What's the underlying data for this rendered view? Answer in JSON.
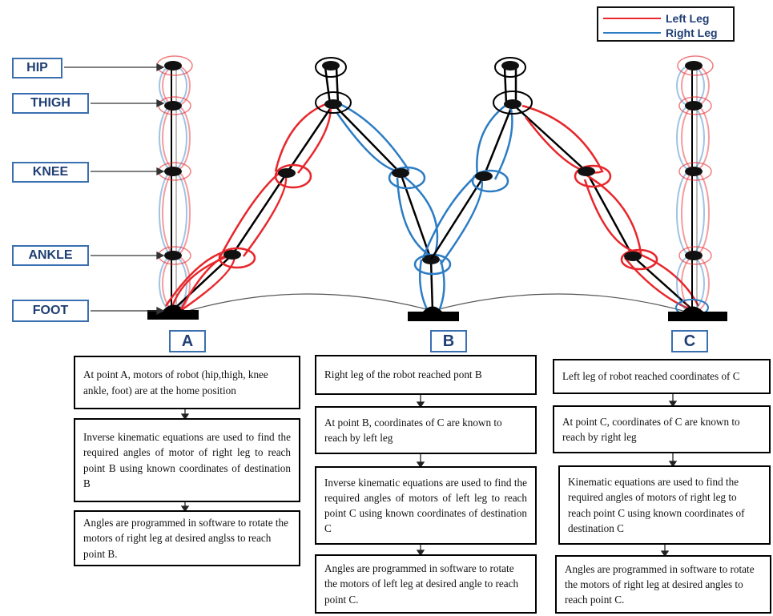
{
  "legend": {
    "left": {
      "label": "Left Leg",
      "color": "#e8262b"
    },
    "right": {
      "label": "Right Leg",
      "color": "#2c7cc4"
    }
  },
  "joint_labels": [
    "HIP",
    "THIGH",
    "KNEE",
    "ANKLE",
    "FOOT"
  ],
  "points": [
    "A",
    "B",
    "C"
  ],
  "colors": {
    "label_border": "#3a6fb0",
    "label_text": "#1f3f74",
    "link": "#000000"
  },
  "flow": {
    "A": [
      "At point A, motors of robot (hip,thigh, knee ankle, foot) are at the home position",
      "Inverse kinematic equations are used to find the required angles of motor of right leg to reach point B using known coordinates of destination B",
      "Angles are programmed in software to rotate the motors of right leg at desired anglss to reach point B."
    ],
    "B": [
      "Right leg of the robot reached pont B",
      "At point B, coordinates of C are known to reach by left leg",
      "Inverse kinematic equations are used to find the required angles of motors of left leg to reach point C using known coordinates of destination C",
      "Angles are programmed in software to rotate the motors of left leg at desired angle to reach point C."
    ],
    "C": [
      "Left leg of robot reached coordinates of C",
      "At point C, coordinates of C are known to reach by right leg",
      "Kinematic equations are used to find the required angles of motors of right leg to reach point C using known coordinates of destination C",
      "Angles are programmed in software to rotate the motors of right leg at desired angles to reach point C."
    ]
  }
}
